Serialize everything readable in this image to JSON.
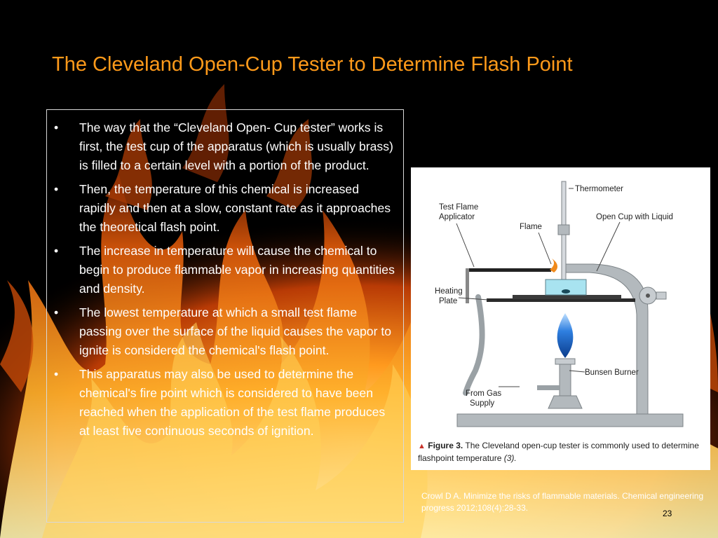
{
  "slide": {
    "title": "The Cleveland Open-Cup Tester to Determine Flash Point",
    "bullet_symbol": "•",
    "bullets": [
      "The way that the “Cleveland Open- Cup tester” works is first, the test cup of the apparatus  (which is usually brass) is filled to a certain level with a portion of the product.",
      "Then, the temperature of this chemical is increased rapidly and then at a slow, constant rate as it approaches the theoretical flash point.",
      "The increase in temperature will cause the chemical to begin to produce flammable vapor in increasing quantities and density.",
      "The lowest temperature at which a small test flame passing over the surface of the liquid causes the vapor to ignite is considered the chemical's flash point.",
      "This apparatus may also be used to determine the chemical's fire point which is considered to have been reached when the application of the test flame produces at least five continuous seconds of ignition."
    ],
    "figure": {
      "labels": {
        "thermometer": "Thermometer",
        "test_flame_line1": "Test Flame",
        "test_flame_line2": "Applicator",
        "open_cup": "Open Cup with Liquid",
        "flame": "Flame",
        "heating_line1": "Heating",
        "heating_line2": "Plate",
        "bunsen": "Bunsen Burner",
        "gas_line1": "From Gas",
        "gas_line2": "Supply"
      },
      "caption_label": "Figure 3.",
      "caption_text": "The Cleveland open-cup tester is commonly used to determine flashpoint temperature",
      "caption_ref": "(3)."
    },
    "citation": "Crowl D A. Minimize the risks of flammable materials. Chemical engineering progress 2012;108(4):28-33.",
    "slide_number": "23"
  }
}
